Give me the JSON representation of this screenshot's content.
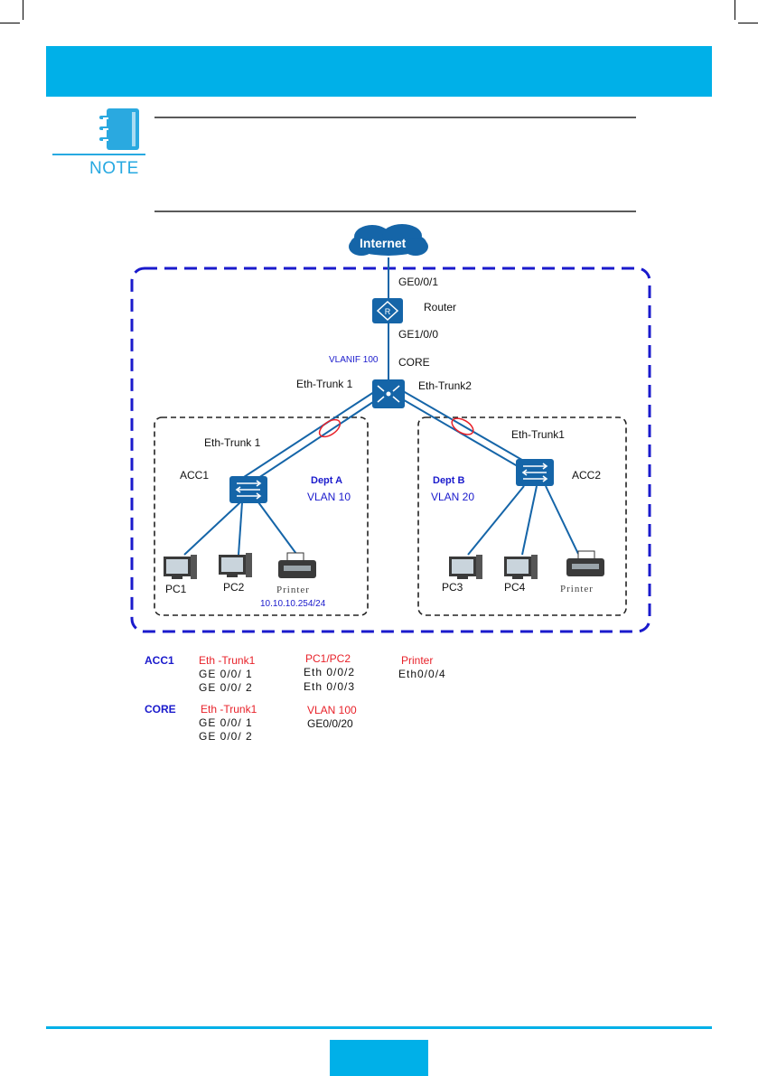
{
  "note": {
    "label": "NOTE"
  },
  "diagram": {
    "internet": "Internet",
    "router": {
      "port_up": "GE0/0/1",
      "name": "Router",
      "port_down": "GE1/0/0"
    },
    "core": {
      "vlanif": "VLANIF 100",
      "name": "CORE",
      "trunk_left": "Eth-Trunk 1",
      "trunk_right": "Eth-Trunk2"
    },
    "dept_a": {
      "trunk": "Eth-Trunk 1",
      "switch": "ACC1",
      "dept": "Dept A",
      "vlan": "VLAN 10",
      "pcs": [
        "PC1",
        "PC2"
      ],
      "printer": "Printer",
      "printer_ip": "10.10.10.254/24"
    },
    "dept_b": {
      "trunk": "Eth-Trunk1",
      "switch": "ACC2",
      "dept": "Dept B",
      "vlan": "VLAN 20",
      "pcs": [
        "PC3",
        "PC4"
      ],
      "printer": "Printer"
    }
  },
  "port_table": {
    "acc1": {
      "name": "ACC1",
      "col1": {
        "head": "Eth -Trunk1",
        "rows": [
          "GE 0/0/ 1",
          "GE 0/0/ 2"
        ]
      },
      "col2": {
        "head": "PC1/PC2",
        "rows": [
          "Eth 0/0/2",
          "Eth 0/0/3"
        ]
      },
      "col3": {
        "head": "Printer",
        "rows": [
          "Eth0/0/4"
        ]
      }
    },
    "core": {
      "name": "CORE",
      "col1": {
        "head": "Eth -Trunk1",
        "rows": [
          "GE 0/0/ 1",
          "GE 0/0/ 2"
        ]
      },
      "col2": {
        "head": "VLAN 100",
        "rows": [
          "GE0/0/20"
        ]
      }
    }
  },
  "colors": {
    "banner": "#00b0e8",
    "device": "#1565a8",
    "link": "#1565a8",
    "outline_blue": "#1a1acc",
    "label_red": "#e8222a"
  },
  "icons": [
    "note-book-icon",
    "internet-cloud-icon",
    "router-icon",
    "core-switch-icon",
    "access-switch-icon",
    "pc-icon",
    "printer-icon"
  ]
}
